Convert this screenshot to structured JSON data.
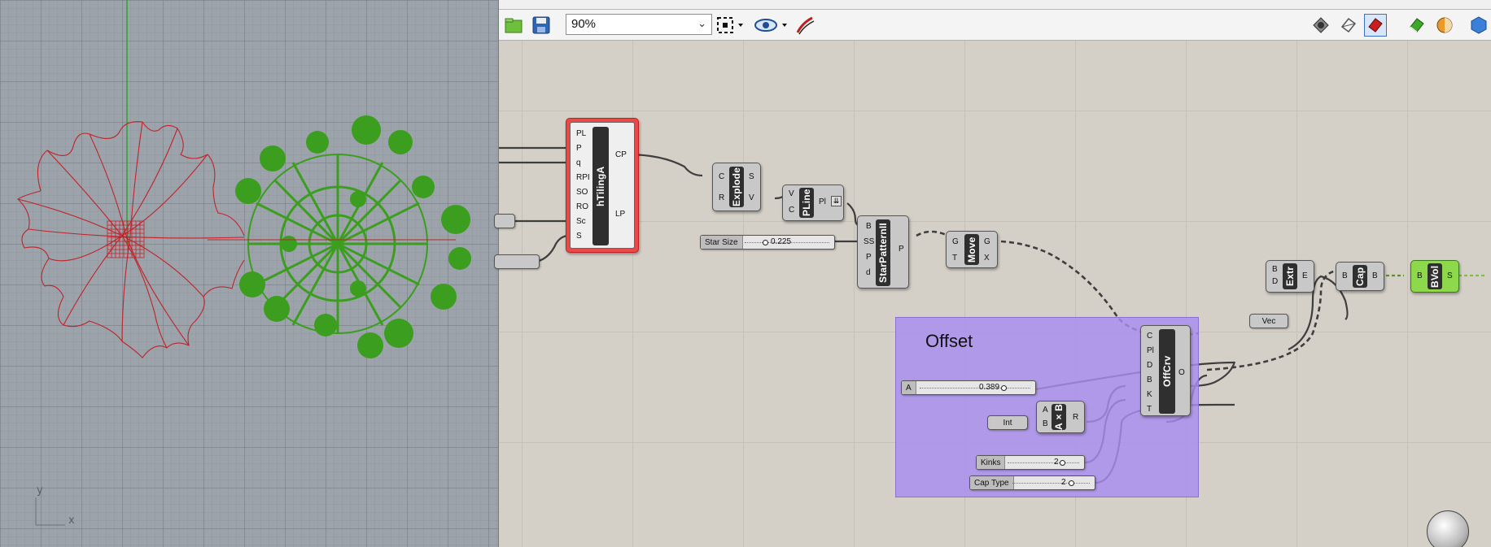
{
  "viewport": {
    "axis_y": "y",
    "axis_x": "x",
    "colors": {
      "curve": "#c0232a",
      "pattern": "#3b9e1e",
      "y_axis": "#2ea32e",
      "background": "#9ca3aa"
    }
  },
  "toolbar": {
    "zoom": "90%",
    "icons": [
      "open-file-icon",
      "save-icon",
      "zoom-extents-icon",
      "preview-eye-icon",
      "sketch-pen-icon",
      "preview-mode-icons"
    ]
  },
  "components": {
    "htiling": {
      "name": "hTilingA",
      "inputs": [
        "PL",
        "P",
        "q",
        "RPI",
        "SO",
        "RO",
        "Sc",
        "S"
      ],
      "outputs": [
        "CP",
        "LP"
      ]
    },
    "explode": {
      "name": "Explode",
      "inputs": [
        "C",
        "R"
      ],
      "outputs": [
        "S",
        "V"
      ]
    },
    "pline": {
      "name": "PLine",
      "inputs": [
        "V",
        "C"
      ],
      "outputs": [
        "Pl"
      ]
    },
    "starpattern": {
      "name": "StarPatternII",
      "inputs": [
        "B",
        "SS",
        "P",
        "d"
      ],
      "outputs": [
        "P"
      ]
    },
    "move": {
      "name": "Move",
      "inputs": [
        "G",
        "T"
      ],
      "outputs": [
        "G",
        "X"
      ]
    },
    "offcrv": {
      "name": "OffCrv",
      "inputs": [
        "C",
        "Pl",
        "D",
        "B",
        "K",
        "T"
      ],
      "outputs": [
        "O"
      ]
    },
    "axb": {
      "name": "A×B",
      "inputs": [
        "A",
        "B"
      ],
      "outputs": [
        "R"
      ]
    },
    "extr": {
      "name": "Extr",
      "inputs": [
        "B",
        "D"
      ],
      "outputs": [
        "E"
      ]
    },
    "cap": {
      "name": "Cap",
      "inputs": [
        "B"
      ],
      "outputs": [
        "B"
      ]
    },
    "bvol": {
      "name": "BVol",
      "inputs": [
        "B"
      ],
      "outputs": [
        "S"
      ]
    }
  },
  "sliders": {
    "star_size": {
      "label": "Star Size",
      "value": "0.225"
    },
    "a": {
      "label": "A",
      "value": "0.389"
    },
    "kinks": {
      "label": "Kinks",
      "value": "2"
    },
    "cap_type": {
      "label": "Cap Type",
      "value": "2"
    }
  },
  "params": {
    "int": "Int",
    "vec": "Vec"
  },
  "group": {
    "title": "Offset",
    "color": "#aa8cf0"
  }
}
